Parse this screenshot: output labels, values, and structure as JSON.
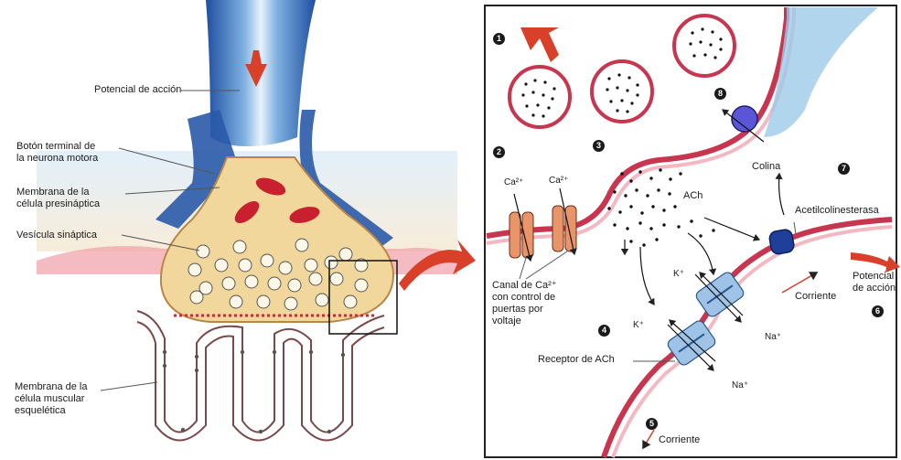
{
  "left_labels": {
    "action_potential": "Potencial de acción",
    "terminal_button": [
      "Botón terminal de",
      "la neurona motora"
    ],
    "presynaptic_membrane": [
      "Membrana de la",
      "célula presináptica"
    ],
    "synaptic_vesicle": "Vesícula sináptica",
    "muscle_membrane": [
      "Membrana de la",
      "célula muscular",
      "esquelética"
    ]
  },
  "right_labels": {
    "ca1": "Ca²⁺",
    "ca2": "Ca²⁺",
    "ach": "ACh",
    "choline": "Colina",
    "acetylcholinesterase": "Acetilcolinesterasa",
    "k1": "K⁺",
    "k2": "K⁺",
    "na1": "Na⁺",
    "na2": "Na⁺",
    "current1": "Corriente",
    "current2": "Corriente",
    "action_potential": [
      "Potencial",
      "de acción"
    ],
    "ca_channel": [
      "Canal de Ca²⁺",
      "con control de",
      "puertas por",
      "voltaje"
    ],
    "ach_receptor": "Receptor de ACh"
  },
  "step_numbers": [
    "1",
    "2",
    "3",
    "4",
    "5",
    "6",
    "7",
    "8"
  ],
  "colors": {
    "neuron_blue": "#2a5aa8",
    "terminal_fill": "#f2d79c",
    "membrane_red": "#c8354f",
    "arrow_red": "#d8402a",
    "channel_orange": "#e8956a",
    "receptor_blue": "#9fc3e6",
    "enzyme_blue": "#1f3f9a"
  }
}
